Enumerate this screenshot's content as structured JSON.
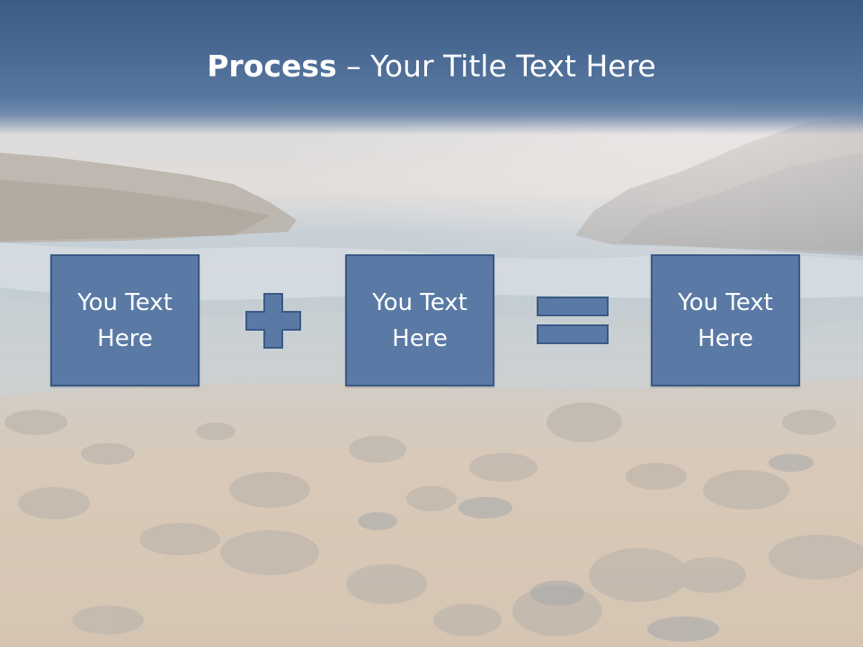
{
  "slide": {
    "title_bold": "Process",
    "title_rest": " – Your Title Text Here",
    "boxes": [
      {
        "text": "You Text Here"
      },
      {
        "text": "You Text Here"
      },
      {
        "text": "You Text Here"
      }
    ],
    "operators": [
      "plus-icon",
      "equals-icon"
    ]
  },
  "colors": {
    "title_band": "#4a6a93",
    "box_fill": "#5a7aa5",
    "box_border": "#3a5a86",
    "text": "#ffffff"
  }
}
